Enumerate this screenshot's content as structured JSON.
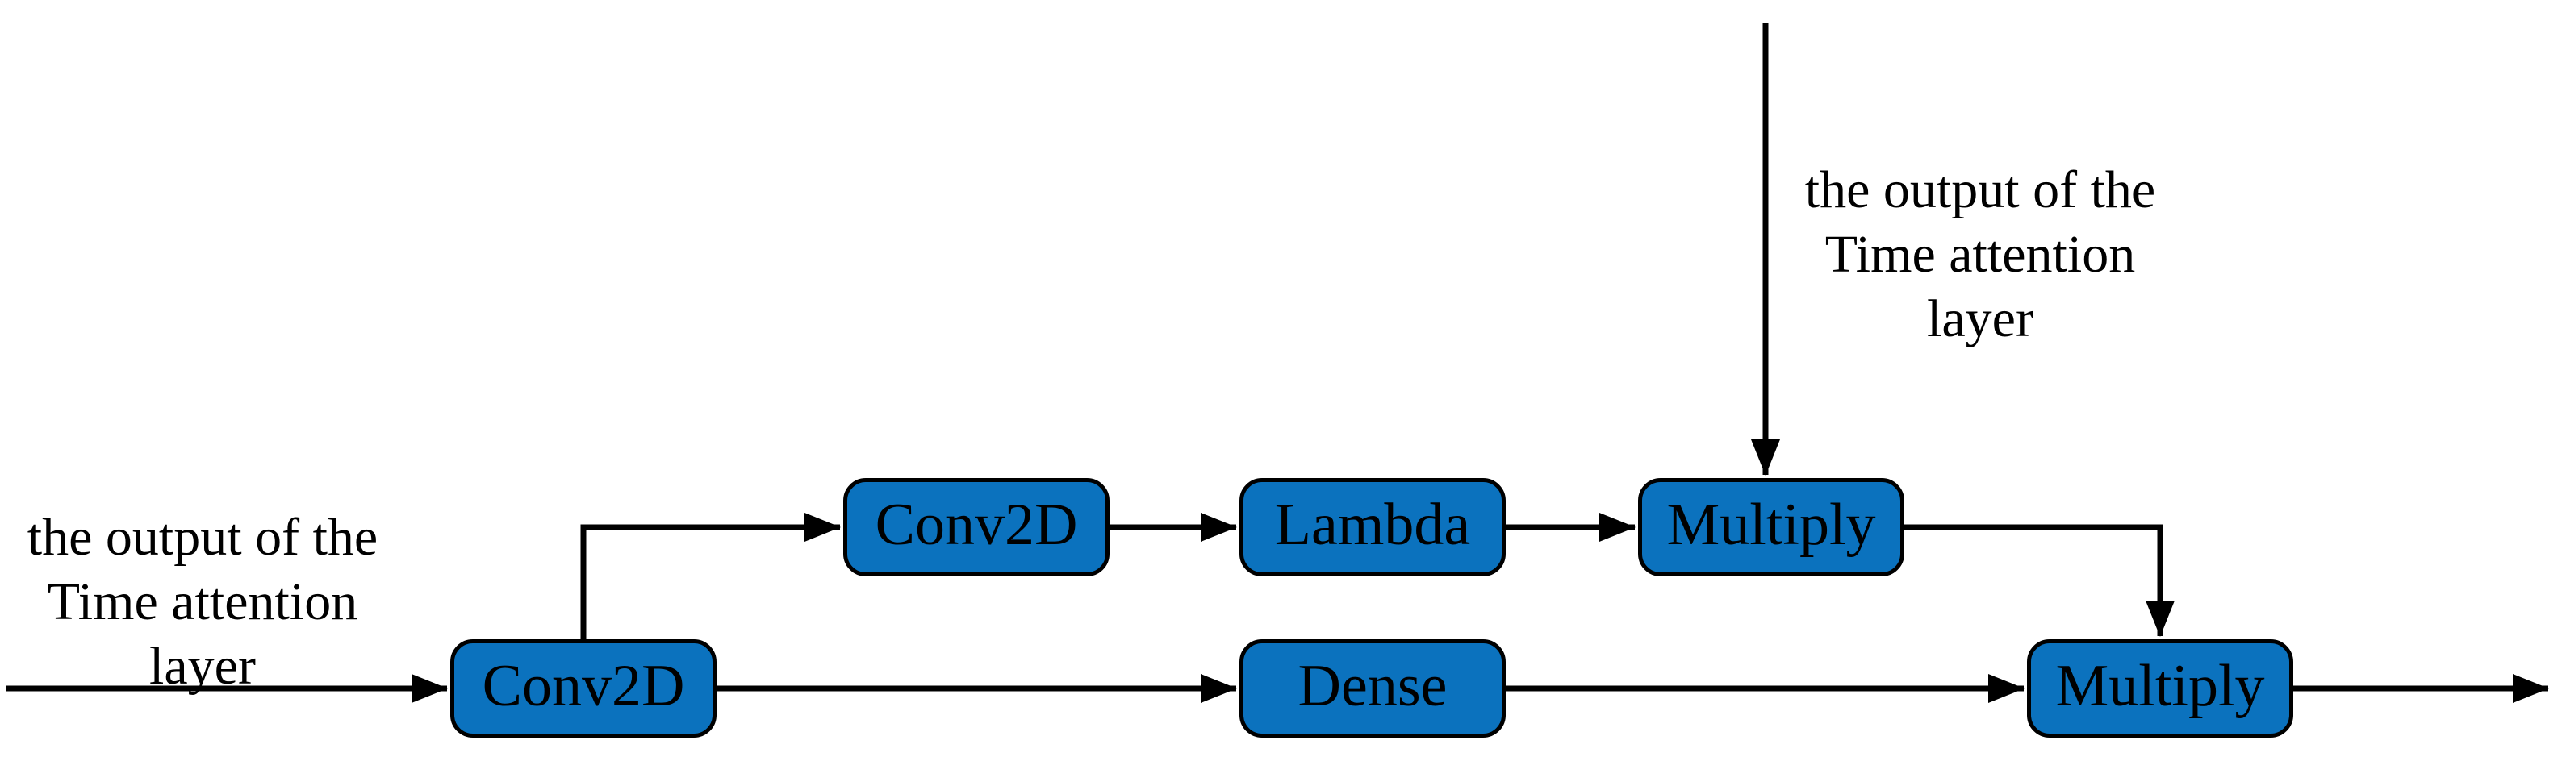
{
  "diagram": {
    "colors": {
      "canvas_bg": "#ffffff",
      "node_fill": "#0b72be",
      "node_border": "#000000",
      "connector": "#000000",
      "text": "#000000"
    },
    "nodes": [
      {
        "id": "conv2d-input",
        "label": "Conv2D"
      },
      {
        "id": "conv2d-branch",
        "label": "Conv2D"
      },
      {
        "id": "lambda",
        "label": "Lambda"
      },
      {
        "id": "multiply-top",
        "label": "Multiply"
      },
      {
        "id": "dense",
        "label": "Dense"
      },
      {
        "id": "multiply-output",
        "label": "Multiply"
      }
    ],
    "annotations": [
      {
        "id": "input-label",
        "text": "the output of the\nTime attention\nlayer"
      },
      {
        "id": "top-input-label",
        "text": "the output of the\nTime attention\nlayer"
      }
    ]
  }
}
